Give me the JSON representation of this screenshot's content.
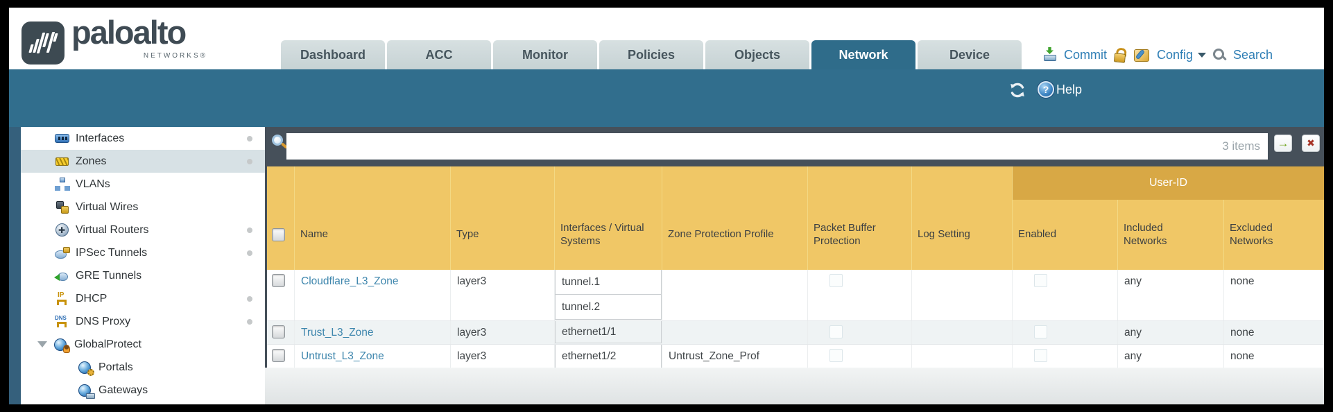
{
  "logo": {
    "brand": "paloalto",
    "networks": "NETWORKS®"
  },
  "tabs": [
    {
      "label": "Dashboard",
      "active": false
    },
    {
      "label": "ACC",
      "active": false
    },
    {
      "label": "Monitor",
      "active": false
    },
    {
      "label": "Policies",
      "active": false
    },
    {
      "label": "Objects",
      "active": false
    },
    {
      "label": "Network",
      "active": true
    },
    {
      "label": "Device",
      "active": false
    }
  ],
  "topnav": {
    "commit": "Commit",
    "config": "Config",
    "search": "Search"
  },
  "banner": {
    "help": "Help"
  },
  "sidebar": {
    "items": [
      {
        "label": "Interfaces",
        "icon": "interfaces-icon",
        "dot": true,
        "selected": false,
        "child": false,
        "expander": false
      },
      {
        "label": "Zones",
        "icon": "zones-icon",
        "dot": true,
        "selected": true,
        "child": false,
        "expander": false
      },
      {
        "label": "VLANs",
        "icon": "vlans-icon",
        "dot": false,
        "selected": false,
        "child": false,
        "expander": false
      },
      {
        "label": "Virtual Wires",
        "icon": "virtual-wires-icon",
        "dot": false,
        "selected": false,
        "child": false,
        "expander": false
      },
      {
        "label": "Virtual Routers",
        "icon": "virtual-routers-icon",
        "dot": true,
        "selected": false,
        "child": false,
        "expander": false
      },
      {
        "label": "IPSec Tunnels",
        "icon": "ipsec-tunnels-icon",
        "dot": true,
        "selected": false,
        "child": false,
        "expander": false
      },
      {
        "label": "GRE Tunnels",
        "icon": "gre-tunnels-icon",
        "dot": false,
        "selected": false,
        "child": false,
        "expander": false
      },
      {
        "label": "DHCP",
        "icon": "dhcp-icon",
        "dot": true,
        "selected": false,
        "child": false,
        "expander": false
      },
      {
        "label": "DNS Proxy",
        "icon": "dns-proxy-icon",
        "dot": true,
        "selected": false,
        "child": false,
        "expander": false
      },
      {
        "label": "GlobalProtect",
        "icon": "globalprotect-icon",
        "dot": false,
        "selected": false,
        "child": false,
        "expander": true
      },
      {
        "label": "Portals",
        "icon": "portals-icon",
        "dot": false,
        "selected": false,
        "child": true,
        "expander": false
      },
      {
        "label": "Gateways",
        "icon": "gateways-icon",
        "dot": false,
        "selected": false,
        "child": true,
        "expander": false
      }
    ]
  },
  "filterbar": {
    "count": "3 items"
  },
  "table": {
    "user_id_group": "User-ID",
    "columns": [
      "Name",
      "Type",
      "Interfaces / Virtual Systems",
      "Zone Protection Profile",
      "Packet Buffer Protection",
      "Log Setting",
      "Enabled",
      "Included Networks",
      "Excluded Networks"
    ],
    "rows": [
      {
        "name": "Cloudflare_L3_Zone",
        "type": "layer3",
        "interfaces": [
          "tunnel.1",
          "tunnel.2"
        ],
        "zone_protection_profile": "",
        "packet_buffer_protection": false,
        "log_setting": "",
        "user_id_enabled": false,
        "included_networks": "any",
        "excluded_networks": "none"
      },
      {
        "name": "Trust_L3_Zone",
        "type": "layer3",
        "interfaces": [
          "ethernet1/1"
        ],
        "zone_protection_profile": "",
        "packet_buffer_protection": false,
        "log_setting": "",
        "user_id_enabled": false,
        "included_networks": "any",
        "excluded_networks": "none"
      },
      {
        "name": "Untrust_L3_Zone",
        "type": "layer3",
        "interfaces": [
          "ethernet1/2"
        ],
        "zone_protection_profile": "Untrust_Zone_Prof",
        "packet_buffer_protection": false,
        "log_setting": "",
        "user_id_enabled": false,
        "included_networks": "any",
        "excluded_networks": "none"
      }
    ]
  },
  "colors": {
    "teal": "#316E8D",
    "header_gold": "#F0C766",
    "userid_gold": "#D8A845",
    "link_blue": "#3E86AD",
    "panel_dark": "#46505A"
  }
}
